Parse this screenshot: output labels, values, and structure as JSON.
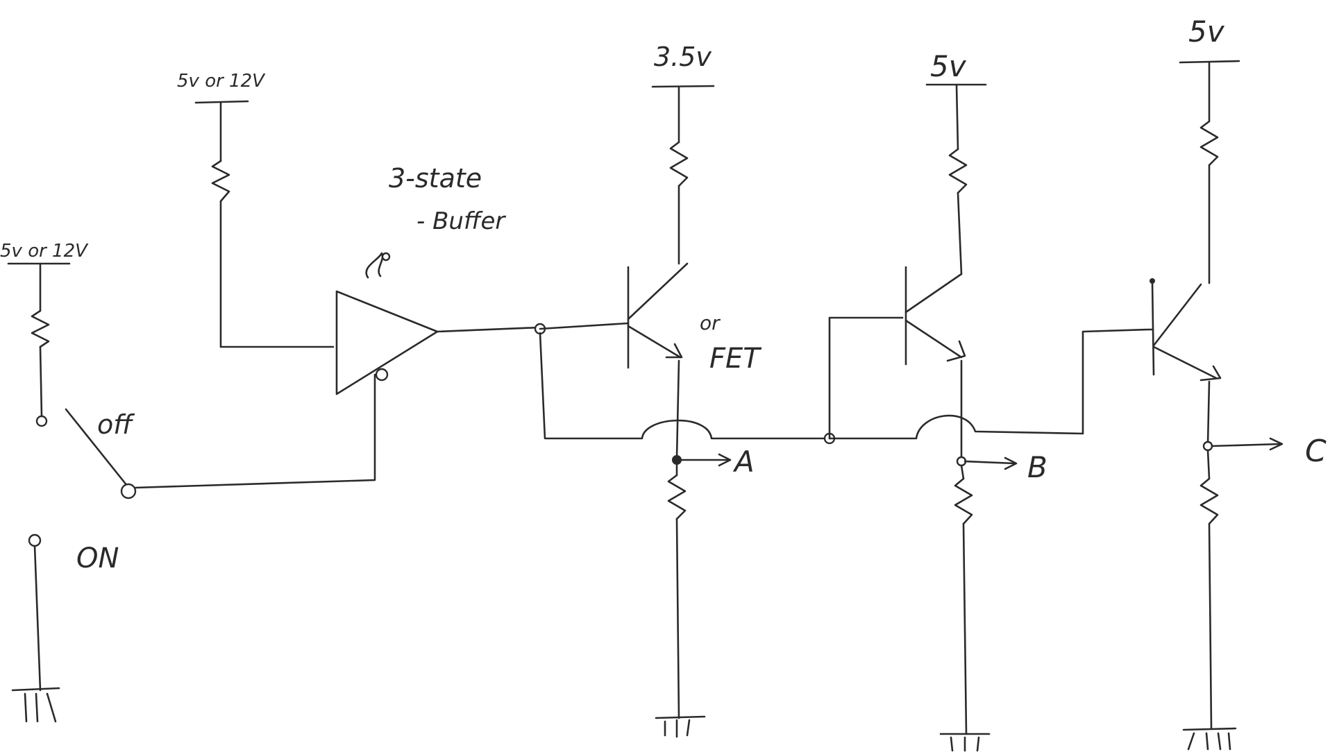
{
  "labels": {
    "supply_buffer_pullup": "5v or 12V",
    "supply_switch_pullup": "5v or 12V",
    "supply_q1": "3.5v",
    "supply_q2": "5v",
    "supply_q3": "5v",
    "buffer_line1": "3-state",
    "buffer_line2": "- Buffer",
    "fet_or": "or",
    "fet_text": "FET",
    "switch_off": "off",
    "switch_on": "ON",
    "out_a": "A",
    "out_b": "B",
    "out_c": "C"
  }
}
